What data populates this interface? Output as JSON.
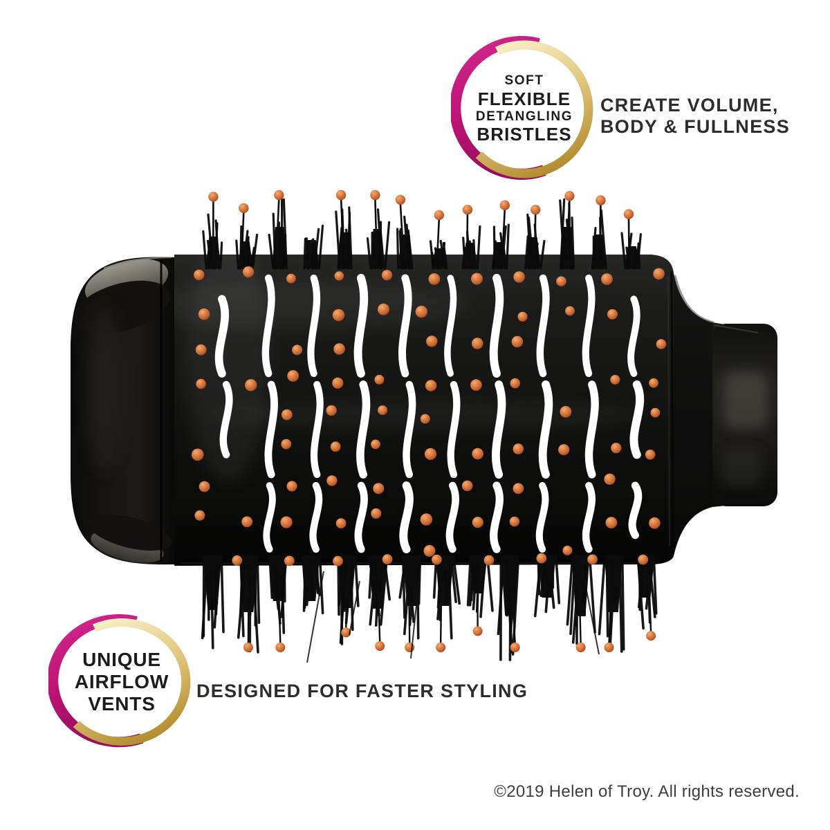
{
  "page": {
    "background": "#ffffff"
  },
  "badge_bristles": {
    "lines": [
      "SOFT",
      "FLEXIBLE",
      "DETANGLING",
      "BRISTLES"
    ]
  },
  "badge_airflow": {
    "lines": [
      "UNIQUE",
      "AIRFLOW",
      "VENTS"
    ]
  },
  "caption_volume": {
    "lines": [
      "CREATE VOLUME,",
      "BODY & FULLNESS"
    ]
  },
  "caption_styling": {
    "text": "DESIGNED FOR FASTER STYLING"
  },
  "footer": {
    "copyright": "©2019 Helen of Troy. All rights reserved."
  },
  "colors": {
    "magenta": "#BE1677",
    "gold": "#D9B95C",
    "badge_text": "#1E1B1C",
    "caption_text": "#2E2D2C",
    "copyright_text": "#403E3D",
    "product_black": "#121211",
    "bristle_tip_orange": "#D4713A",
    "vent_white": "#FFFFFF"
  }
}
